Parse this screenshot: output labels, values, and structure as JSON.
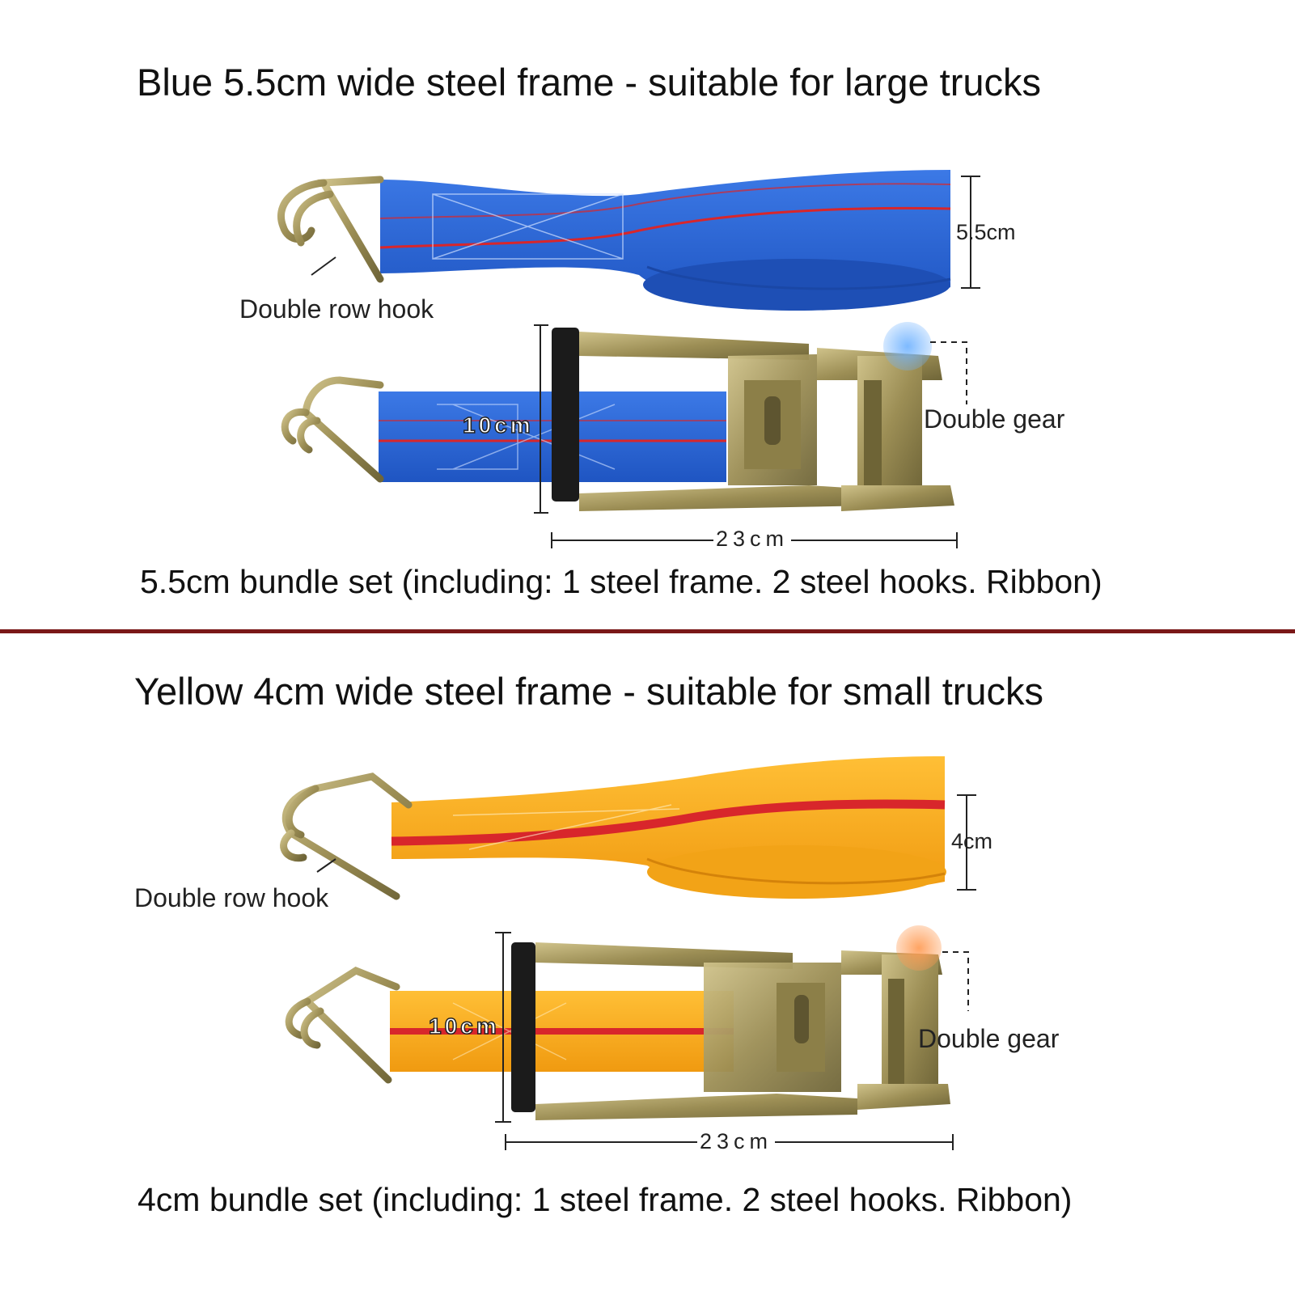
{
  "colors": {
    "blue_strap": "#2a66d6",
    "yellow_strap": "#f3a81e",
    "stripe_red": "#d8262b",
    "divider": "#7a1818",
    "steel": "#a99b62"
  },
  "blue_section": {
    "title": "Blue 5.5cm wide steel frame - suitable for large trucks",
    "hook_label": "Double row hook",
    "width_label": "5.5cm",
    "handle_label": "10cm",
    "gear_label": "Double gear",
    "length_label": "23cm",
    "caption": "5.5cm bundle set (including: 1 steel frame. 2 steel hooks. Ribbon)"
  },
  "yellow_section": {
    "title": "Yellow 4cm wide steel frame - suitable for small trucks",
    "hook_label": "Double row hook",
    "width_label": "4cm",
    "handle_label": "10cm",
    "gear_label": "Double gear",
    "length_label": "23cm",
    "caption": "4cm bundle set (including: 1 steel frame. 2 steel hooks. Ribbon)"
  }
}
